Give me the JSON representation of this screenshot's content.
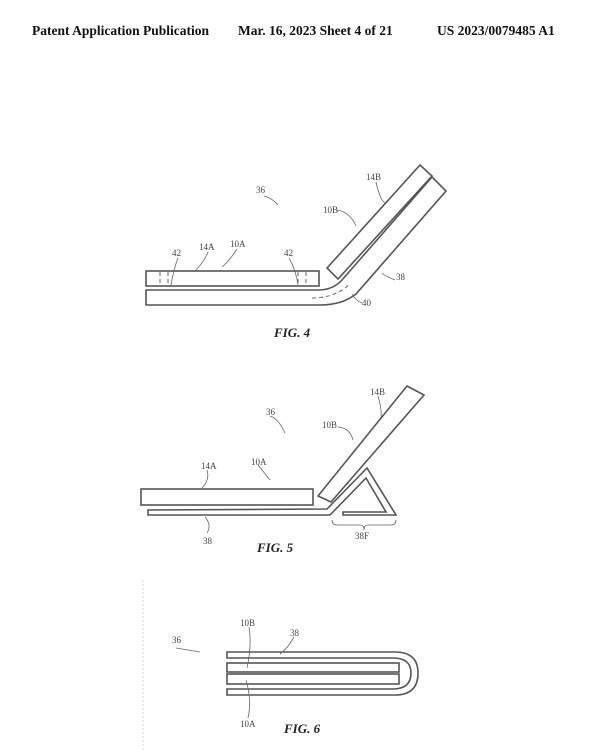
{
  "header": {
    "publication": "Patent Application Publication",
    "date_sheet": "Mar. 16, 2023  Sheet 4 of 21",
    "number": "US 2023/0079485 A1"
  },
  "fig4": {
    "caption": "FIG. 4",
    "labels": {
      "r36": "36",
      "r14b": "14B",
      "r10b": "10B",
      "r42a": "42",
      "r14a": "14A",
      "r10a": "10A",
      "r42b": "42",
      "r38": "38",
      "r40": "40"
    }
  },
  "fig5": {
    "caption": "FIG. 5",
    "labels": {
      "r36": "36",
      "r14b": "14B",
      "r10b": "10B",
      "r14a": "14A",
      "r10a": "10A",
      "r38": "38",
      "r38f": "38F"
    }
  },
  "fig6": {
    "caption": "FIG. 6",
    "labels": {
      "r36": "36",
      "r10b": "10B",
      "r38": "38",
      "r10a": "10A"
    }
  }
}
